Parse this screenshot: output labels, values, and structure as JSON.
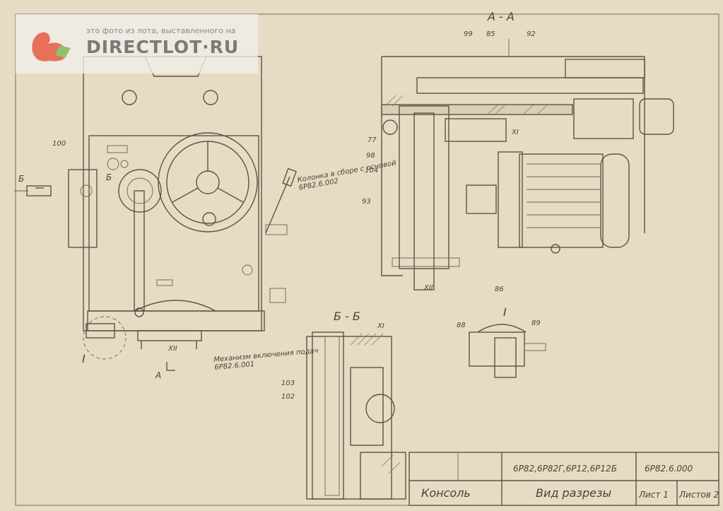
{
  "watermark": {
    "caption": "это фото из лота, выставленного на",
    "brand": "DIRECTLOT",
    "brand_suffix": "RU",
    "logo_icon": "squirrel-logo-icon",
    "brand_color": "#7a7a7a",
    "accent_color": "#e8705a"
  },
  "views": {
    "section_aa": "А - А",
    "section_bb": "Б - Б",
    "detail_1": "I",
    "arrow_b": "Б",
    "arrow_a": "А"
  },
  "annotations": {
    "column_assembly": "Колонка в сборе с основой",
    "column_code": "6Р82.6.002",
    "mechanism": "Механизм включения подач",
    "mechanism_code": "6Р82.6.001"
  },
  "callouts": [
    "99",
    "85",
    "92",
    "77",
    "98",
    "104",
    "93",
    "86",
    "100",
    "88",
    "89",
    "103",
    "102",
    "XI",
    "XII"
  ],
  "title_block": {
    "models": "6Р82,6Р82Г,6Р12,6Р12Б",
    "drawing_code": "6Р82.6.000",
    "part_name": "Консоль",
    "sheet_type": "Вид разрезы",
    "sheet_label": "Лист 1",
    "sheets_label": "Листов 2"
  },
  "paper_color": "#e6dcc3",
  "line_color": "#5b5346"
}
